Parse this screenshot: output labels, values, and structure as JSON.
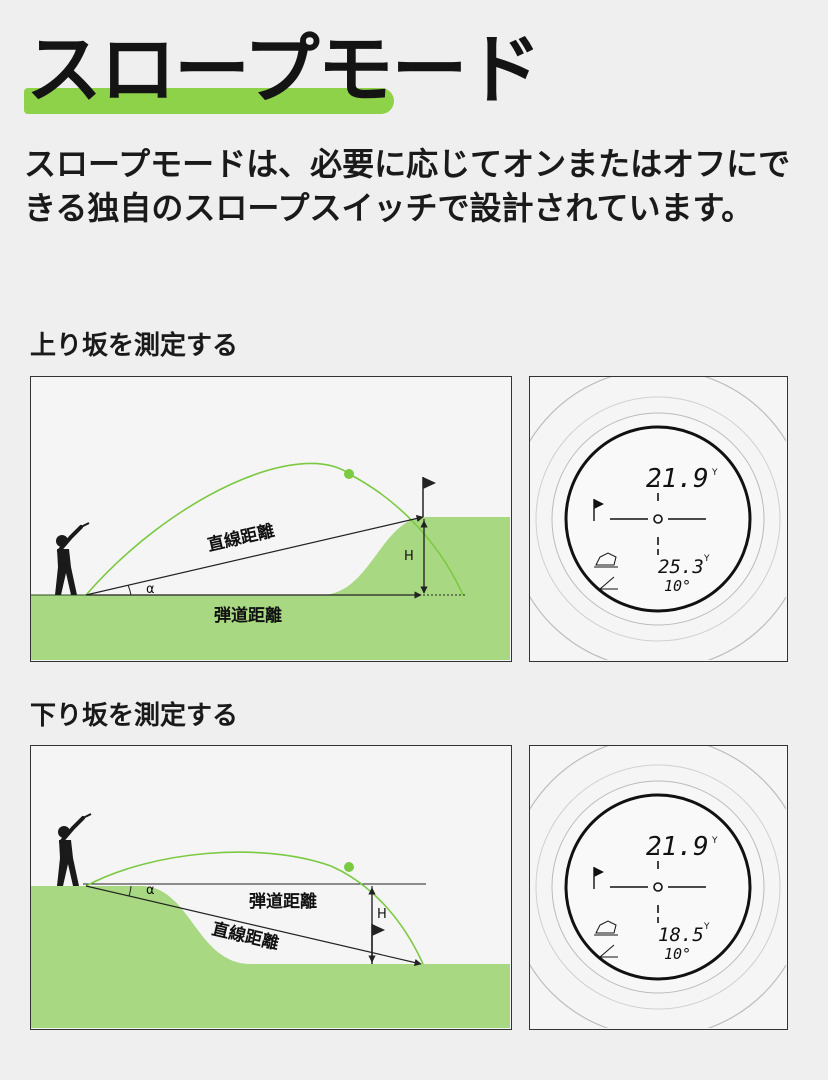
{
  "title": "スロープモード",
  "intro": "スロープモードは、必要に応じてオンまたはオフにできる独自のスロープスイッチで設計されています。",
  "uphill": {
    "heading": "上り坂を測定する",
    "line_label": "直線距離",
    "ground_label": "弾道距離",
    "angle_label": "α",
    "height_label": "H",
    "display": {
      "distance": "21.9",
      "distance_unit": "Y",
      "adjusted": "25.3",
      "adjusted_unit": "Y",
      "angle": "10°"
    }
  },
  "downhill": {
    "heading": "下り坂を測定する",
    "line_label": "直線距離",
    "ground_label": "弾道距離",
    "angle_label": "α",
    "height_label": "H",
    "display": {
      "distance": "21.9",
      "distance_unit": "Y",
      "adjusted": "18.5",
      "adjusted_unit": "Y",
      "angle": "10°"
    }
  },
  "colors": {
    "accent": "#8ed24a",
    "grass": "#a8d882",
    "trajectory": "#7cc942"
  }
}
